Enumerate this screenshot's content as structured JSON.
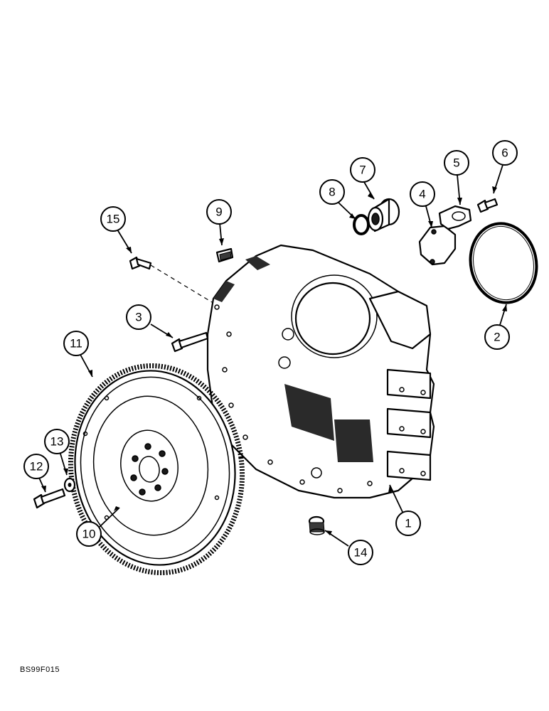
{
  "figure": {
    "code": "BS99F015"
  },
  "callouts": [
    {
      "id": "1",
      "label": "1"
    },
    {
      "id": "2",
      "label": "2"
    },
    {
      "id": "3",
      "label": "3"
    },
    {
      "id": "4",
      "label": "4"
    },
    {
      "id": "5",
      "label": "5"
    },
    {
      "id": "6",
      "label": "6"
    },
    {
      "id": "7",
      "label": "7"
    },
    {
      "id": "8",
      "label": "8"
    },
    {
      "id": "9",
      "label": "9"
    },
    {
      "id": "10",
      "label": "10"
    },
    {
      "id": "11",
      "label": "11"
    },
    {
      "id": "12",
      "label": "12"
    },
    {
      "id": "13",
      "label": "13"
    },
    {
      "id": "14",
      "label": "14"
    },
    {
      "id": "15",
      "label": "15"
    }
  ]
}
